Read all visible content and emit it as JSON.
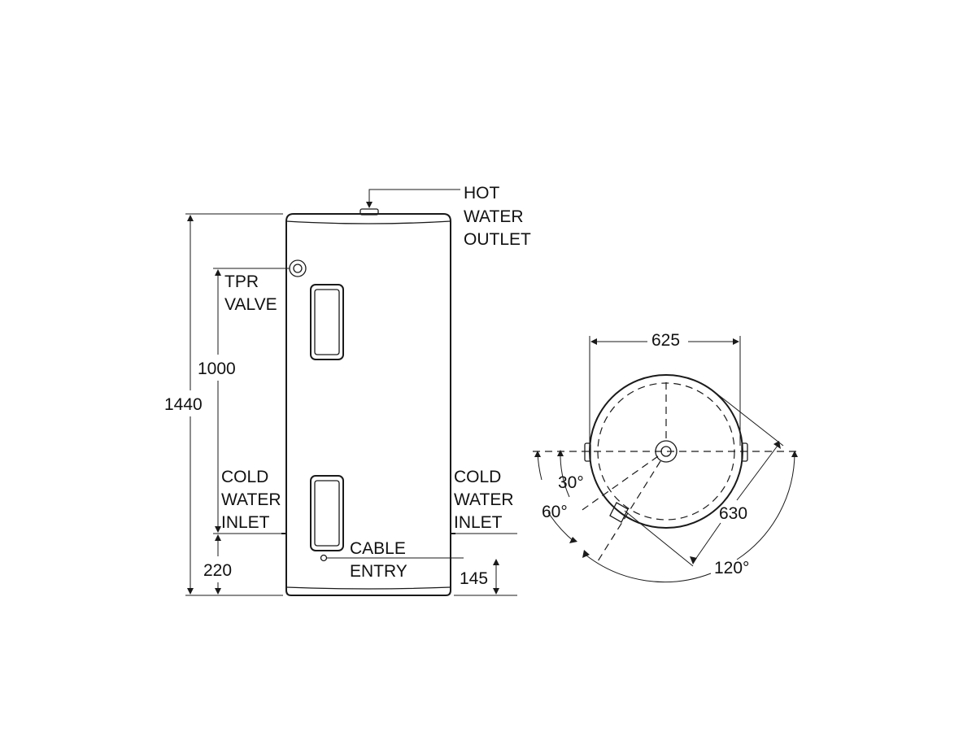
{
  "labels": {
    "hot_water_outlet": [
      "HOT",
      "WATER",
      "OUTLET"
    ],
    "tpr_valve": [
      "TPR",
      "VALVE"
    ],
    "cold_water_inlet_left": [
      "COLD",
      "WATER",
      "INLET"
    ],
    "cold_water_inlet_right": [
      "COLD",
      "WATER",
      "INLET"
    ],
    "cable_entry": [
      "CABLE",
      "ENTRY"
    ]
  },
  "dimensions": {
    "overall_height": "1440",
    "tpr_height": "1000",
    "inlet_height": "220",
    "cable_entry_height": "145",
    "diameter": "625",
    "depth": "630"
  },
  "angles": {
    "a30": "30°",
    "a60": "60°",
    "a120": "120°"
  }
}
